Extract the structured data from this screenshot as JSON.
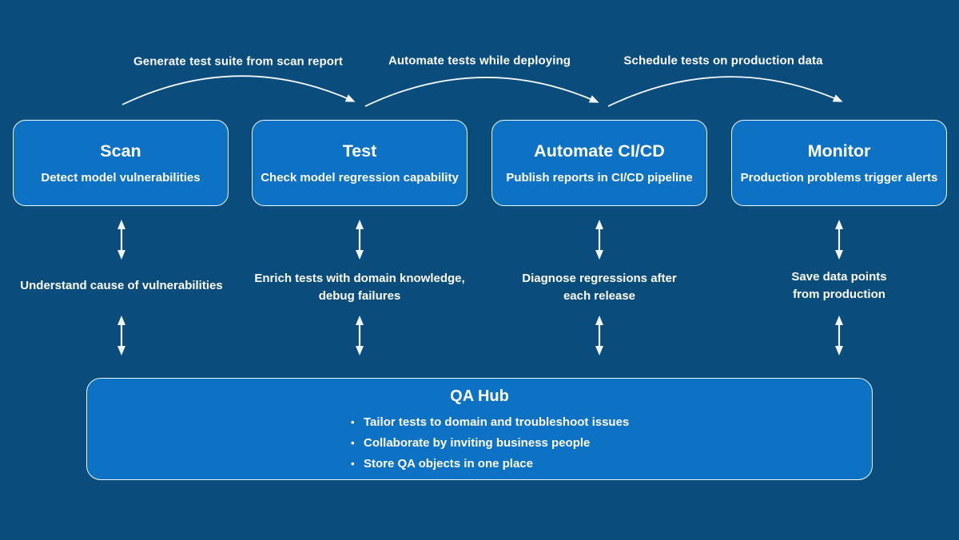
{
  "colors": {
    "background": "#0a4c7c",
    "card_fill": "#0d72c3",
    "card_border": "#f2f7fc",
    "text": "#ffffff"
  },
  "flow_labels": [
    {
      "text": "Generate test suite from scan report"
    },
    {
      "text": "Automate tests while deploying"
    },
    {
      "text": "Schedule tests on production data"
    }
  ],
  "stages": [
    {
      "title": "Scan",
      "subtitle": "Detect model vulnerabilities"
    },
    {
      "title": "Test",
      "subtitle": "Check model regression capability"
    },
    {
      "title": "Automate CI/CD",
      "subtitle": "Publish reports in CI/CD pipeline"
    },
    {
      "title": "Monitor",
      "subtitle": "Production problems trigger alerts"
    }
  ],
  "notes": [
    {
      "text": "Understand cause of vulnerabilities"
    },
    {
      "text": "Enrich tests with domain knowledge,\ndebug failures"
    },
    {
      "text": "Diagnose regressions after\neach release"
    },
    {
      "text": "Save data points from production"
    }
  ],
  "hub": {
    "title": "QA Hub",
    "bullets": [
      {
        "text": "Tailor tests to domain and troubleshoot issues"
      },
      {
        "text": "Collaborate by inviting business people"
      },
      {
        "text": "Store QA objects in one place"
      }
    ]
  }
}
